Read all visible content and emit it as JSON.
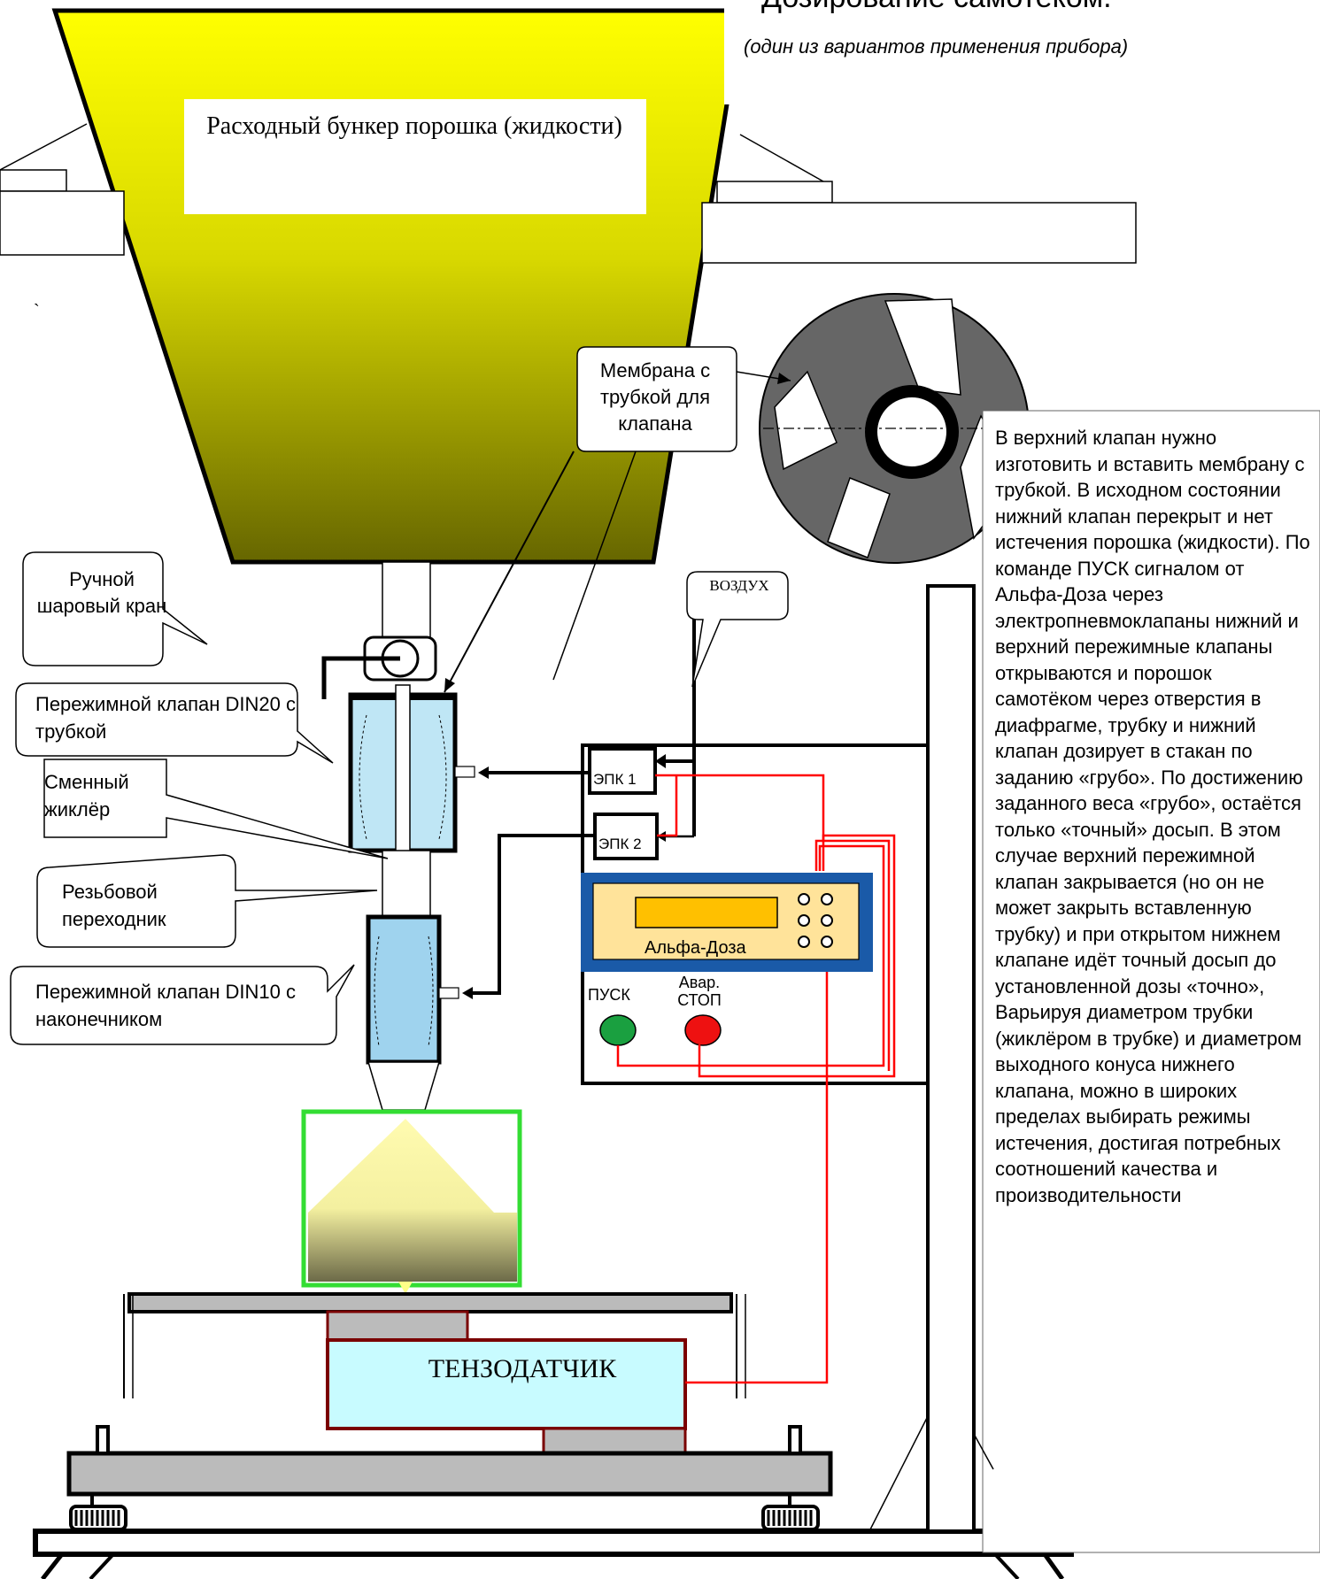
{
  "title": "Дозирование самотеком.",
  "subtitle": "(один из вариантов применения прибора)",
  "hopper_label": "Расходный бункер порошка (жидкости)",
  "callouts": {
    "membrane": "Мембрана с трубкой для клапана",
    "ball_valve": "Ручной шаровый кран",
    "din20": "Пережимной клапан DIN20 с трубкой",
    "jet": "Сменный жиклёр",
    "adapter": "Резьбовой переходник",
    "din10": "Пережимной клапан DIN10 с наконечником",
    "air": "ВОЗДУХ"
  },
  "controller": {
    "epk1": "ЭПК 1",
    "epk2": "ЭПК 2",
    "device_name": "Альфа-Доза",
    "start": "ПУСК",
    "emergency_stop": "Авар. СТОП"
  },
  "sensor_label": "ТЕНЗОДАТЧИК",
  "stray_mark": "`",
  "description": "В верхний клапан нужно изготовить и вставить мембрану с трубкой. В исходном состоянии нижний клапан перекрыт и нет истечения порошка (жидкости). По команде ПУСК сигналом от Альфа-Доза через электропневмоклапаны нижний и верхний пережимные клапаны открываются и порошок самотёком через отверстия в диафрагме, трубку и нижний клапан дозирует в стакан по заданию «грубо». По достижению заданного веса «грубо», остаётся только «точный» досып. В этом случае верхний пережимной клапан закрывается (но он не может закрыть вставленную трубку) и при открытом нижнем клапане идёт точный досып до установленной дозы «точно», Варьируя диаметром трубки (жиклёром в трубке) и диаметром выходного конуса нижнего клапана, можно в широких пределах выбирать режимы истечения, достигая потребных соотношений качества и производительности",
  "colors": {
    "hopper_top": "#ffff00",
    "hopper_bottom": "#666600",
    "valve_fill": "#bfe6f5",
    "valve_lower_fill": "#9fd3ee",
    "controller_panel": "#1a5aa8",
    "controller_face": "#ffe39a",
    "display": "#ffc000",
    "start_button": "#1aa040",
    "stop_button": "#ee1111",
    "wire": "#ff0000",
    "sensor_fill": "#c8fbff",
    "sensor_border": "#7a0000",
    "glass_border": "#33dd33",
    "reel": "#666666"
  }
}
